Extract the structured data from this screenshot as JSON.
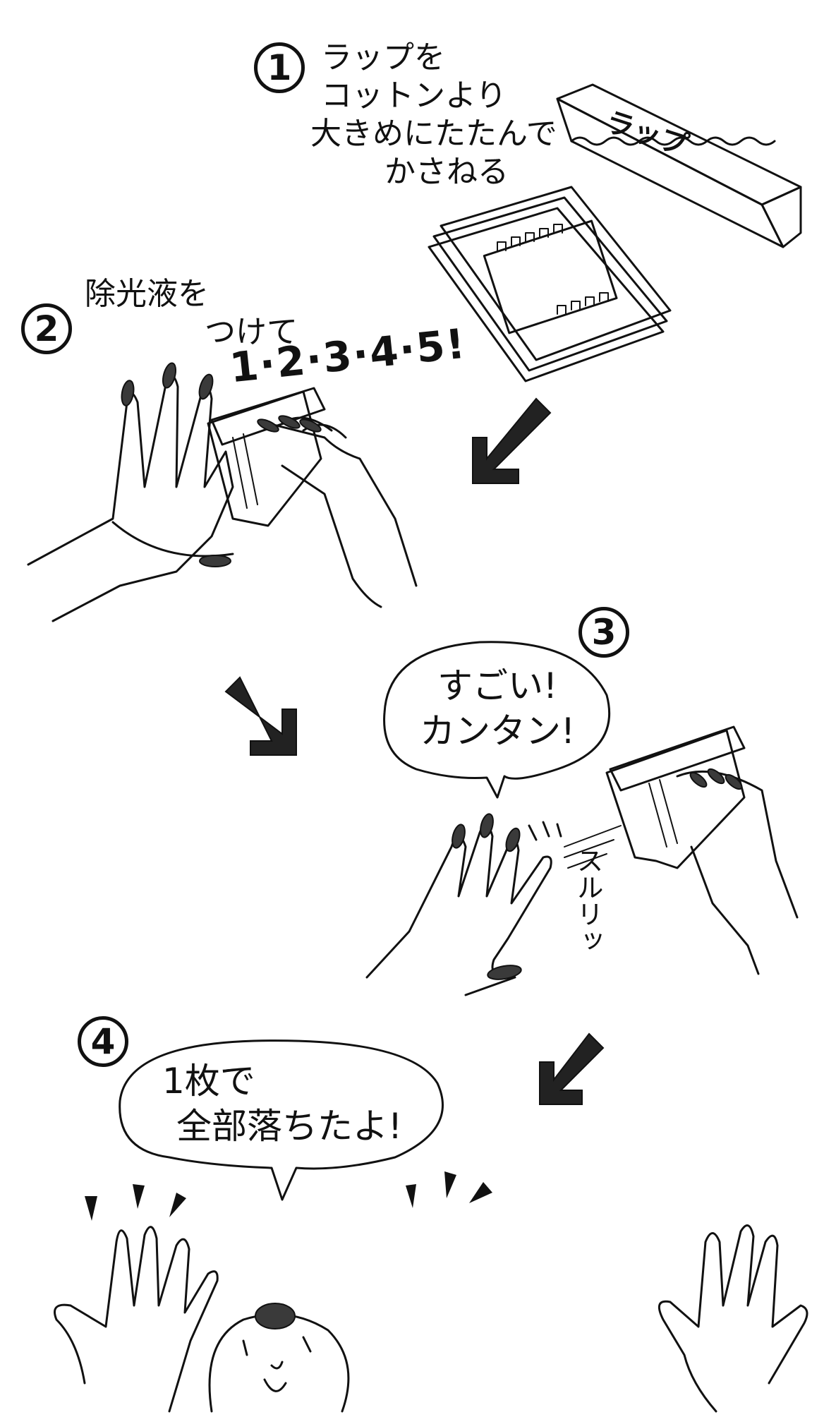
{
  "steps": [
    {
      "number": "1",
      "caption_lines": [
        "ラップを",
        "コットンより",
        "大きめにたたんで",
        "かさねる"
      ]
    },
    {
      "number": "2",
      "caption_lines": [
        "除光液を",
        "つけて"
      ],
      "count": "1·2·3·4·5!"
    },
    {
      "number": "3",
      "speech": [
        "すごい!",
        "カンタン!"
      ],
      "sound_effect": "スルリッ"
    },
    {
      "number": "4",
      "speech": [
        "1枚で",
        "全部落ちたよ!"
      ]
    }
  ],
  "wrap_box_label": "ラップ",
  "colors": {
    "ink": "#111111",
    "nail": "#3a3a3a",
    "paper": "#ffffff"
  }
}
